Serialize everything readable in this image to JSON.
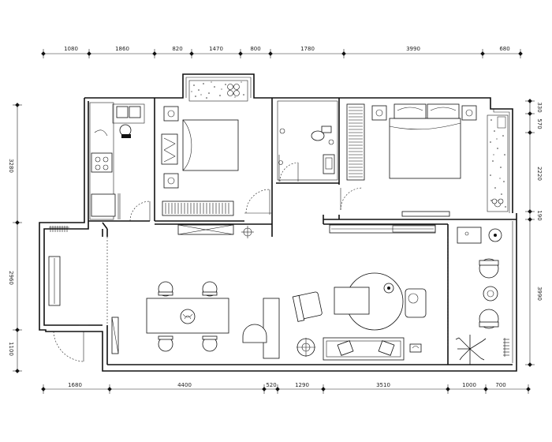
{
  "dimensions": {
    "top": [
      "1080",
      "1860",
      "820",
      "1470",
      "800",
      "1780",
      "3990",
      "680"
    ],
    "bottom": [
      "1680",
      "4400",
      "520",
      "1290",
      "3510",
      "1000",
      "700"
    ],
    "left": [
      "3280",
      "2960",
      "1100"
    ],
    "right": [
      "330",
      "570",
      "2220",
      "190",
      "3990"
    ]
  }
}
